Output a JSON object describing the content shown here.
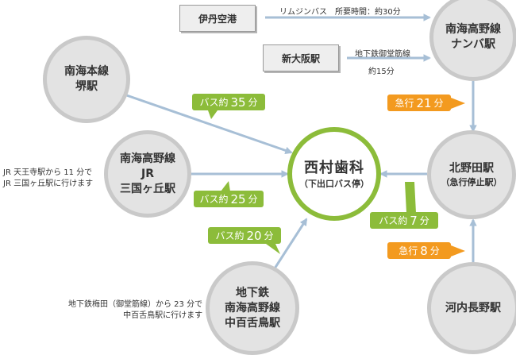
{
  "stations": {
    "nankai_sakai": [
      "南海本線",
      "堺駅"
    ],
    "mikunigaoka": [
      "南海高野線",
      "JR",
      "三国ヶ丘駅"
    ],
    "nakamozu": [
      "地下鉄",
      "南海高野線",
      "中百舌鳥駅"
    ],
    "namba": [
      "南海高野線",
      "ナンバ駅"
    ],
    "kitanoda": [
      "北野田駅",
      "（急行停止駅）"
    ],
    "kawachinagano": [
      "河内長野駅"
    ]
  },
  "destination": {
    "name": "西村歯科",
    "stop": "（下出口バス停）"
  },
  "boxes": {
    "itami": "伊丹空港",
    "shin_osaka": "新大阪駅"
  },
  "routes": {
    "itami_to_namba": "リムジンバス　所要時間：約30分",
    "shin_osaka_line": "地下鉄御堂筋線",
    "shin_osaka_time": "約15分"
  },
  "tags": {
    "sakai_bus": {
      "prefix": "バス約",
      "num": "35",
      "unit": "分"
    },
    "mikunigaoka_bus": {
      "prefix": "バス約",
      "num": "25",
      "unit": "分"
    },
    "nakamozu_bus": {
      "prefix": "バス約",
      "num": "20",
      "unit": "分"
    },
    "kitanoda_bus": {
      "prefix": "バス約",
      "num": "7",
      "unit": "分"
    },
    "namba_express": {
      "prefix": "急行",
      "num": "21",
      "unit": "分"
    },
    "kawachinagano_express": {
      "prefix": "急行",
      "num": "8",
      "unit": "分"
    }
  },
  "notes": {
    "jr_tennoji": [
      "JR 天王寺駅から 11 分で",
      "JR 三国ヶ丘駅に行けます"
    ],
    "umeda": [
      "地下鉄梅田（御堂筋線）から 23 分で",
      "中百舌鳥駅に行けます"
    ]
  },
  "colors": {
    "bus": "#8cbc3a",
    "express": "#f39a1f",
    "arrow": "#a7bfd6",
    "station": "#e3e3e3"
  }
}
